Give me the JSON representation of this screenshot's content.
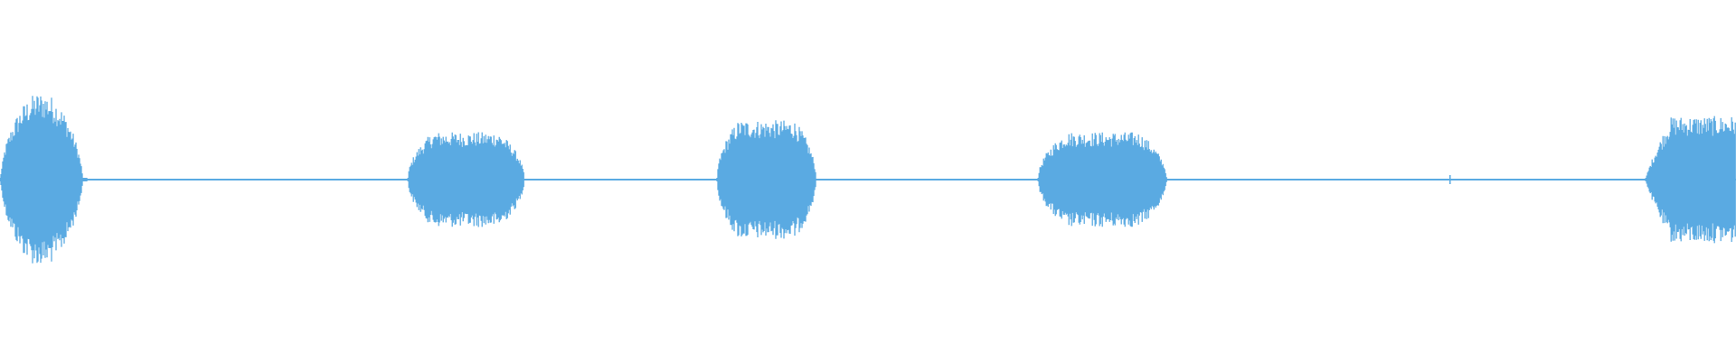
{
  "waveform": {
    "color": "#5aaae2",
    "segments": [
      {
        "start": 0.0,
        "end": 0.05,
        "amplitude": 0.22
      },
      {
        "start": 0.235,
        "end": 0.302,
        "amplitude": 0.12
      },
      {
        "start": 0.413,
        "end": 0.47,
        "amplitude": 0.15
      },
      {
        "start": 0.598,
        "end": 0.672,
        "amplitude": 0.12
      },
      {
        "start": 0.948,
        "end": 1.0,
        "amplitude": 0.16
      }
    ]
  }
}
